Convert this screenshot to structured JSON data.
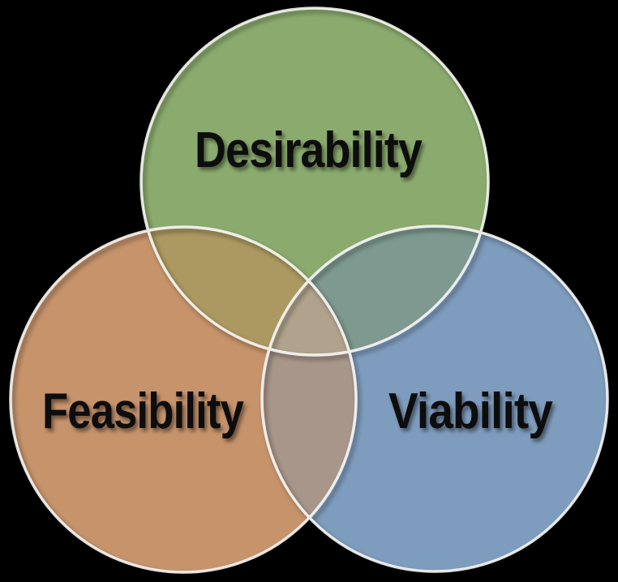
{
  "diagram": {
    "type": "venn",
    "background_color": "#000000",
    "stroke_color": "#f7f7f5",
    "label_color": "#0a0a0a",
    "circles": [
      {
        "id": "desirability",
        "label": "Desirability",
        "fill": "#8BAB6E"
      },
      {
        "id": "feasibility",
        "label": "Feasibility",
        "fill": "#C6936B"
      },
      {
        "id": "viability",
        "label": "Viability",
        "fill": "#7E9CBD"
      }
    ],
    "overlaps": {
      "desirability_feasibility": "#AB9961",
      "desirability_viability": "#7E998F",
      "feasibility_viability": "#A8968A",
      "center": "#B0A28C"
    }
  }
}
